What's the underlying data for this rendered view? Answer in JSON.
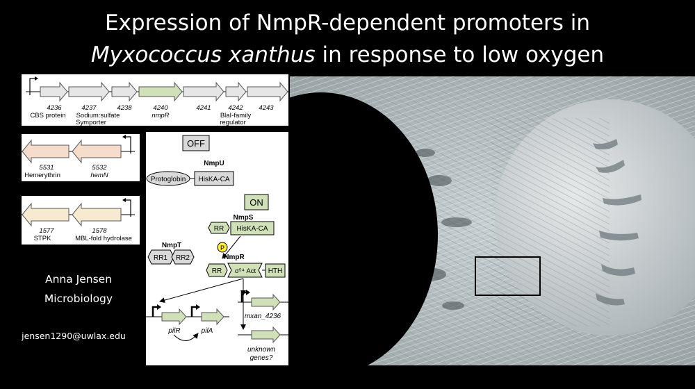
{
  "title": {
    "line1": "Expression of NmpR-dependent promoters in",
    "line2_italic": "Myxococcus xanthus",
    "line2_rest": " in response to low oxygen"
  },
  "operon1": {
    "genes": [
      {
        "num": "4236",
        "desc": "CBS protein"
      },
      {
        "num": "4237",
        "desc": "Sodium:sulfate"
      },
      {
        "num": "4238",
        "desc": ""
      },
      {
        "num": "4240",
        "desc": "nmpR"
      },
      {
        "num": "4241",
        "desc": ""
      },
      {
        "num": "4242",
        "desc": "BlaI-family"
      },
      {
        "num": "4243",
        "desc": ""
      }
    ],
    "desc_line2": [
      "Symporter",
      "regulator"
    ]
  },
  "operon2": {
    "genes": [
      {
        "num": "5531",
        "desc": "Hemerythrin"
      },
      {
        "num": "5532",
        "desc": "hemN"
      }
    ]
  },
  "operon3": {
    "genes": [
      {
        "num": "1577",
        "desc": "STPK"
      },
      {
        "num": "1578",
        "desc": "MBL-fold hydrolase"
      }
    ]
  },
  "pathway": {
    "off": "OFF",
    "on": "ON",
    "nmpu": "NmpU",
    "protoglobin": "Protoglobin",
    "hiska_u": "HisKA-CA",
    "nmps": "NmpS",
    "rr_s": "RR",
    "hiska_s": "HisKA-CA",
    "phospho": "P",
    "nmpt": "NmpT",
    "rr1": "RR1",
    "rr2": "RR2",
    "nmpr": "NmpR",
    "rr_r": "RR",
    "sigma_act": "σ⁵⁴ Act",
    "hth": "HTH",
    "pilr": "pilR",
    "pila": "pilA",
    "mxan": "mxan_4236",
    "unknown1": "unknown",
    "unknown2": "genes?"
  },
  "author": {
    "name": "Anna Jensen",
    "dept": "Microbiology",
    "email": "jensen1290@uwlax.edu"
  },
  "colors": {
    "gray_arrow": "#e6e6e6",
    "green_arrow": "#d0e0b8",
    "peach_arrow": "#f6dccb",
    "cream_arrow": "#f8ead0",
    "on_box": "#d0e0b8",
    "phospho": "#ffec3d"
  }
}
